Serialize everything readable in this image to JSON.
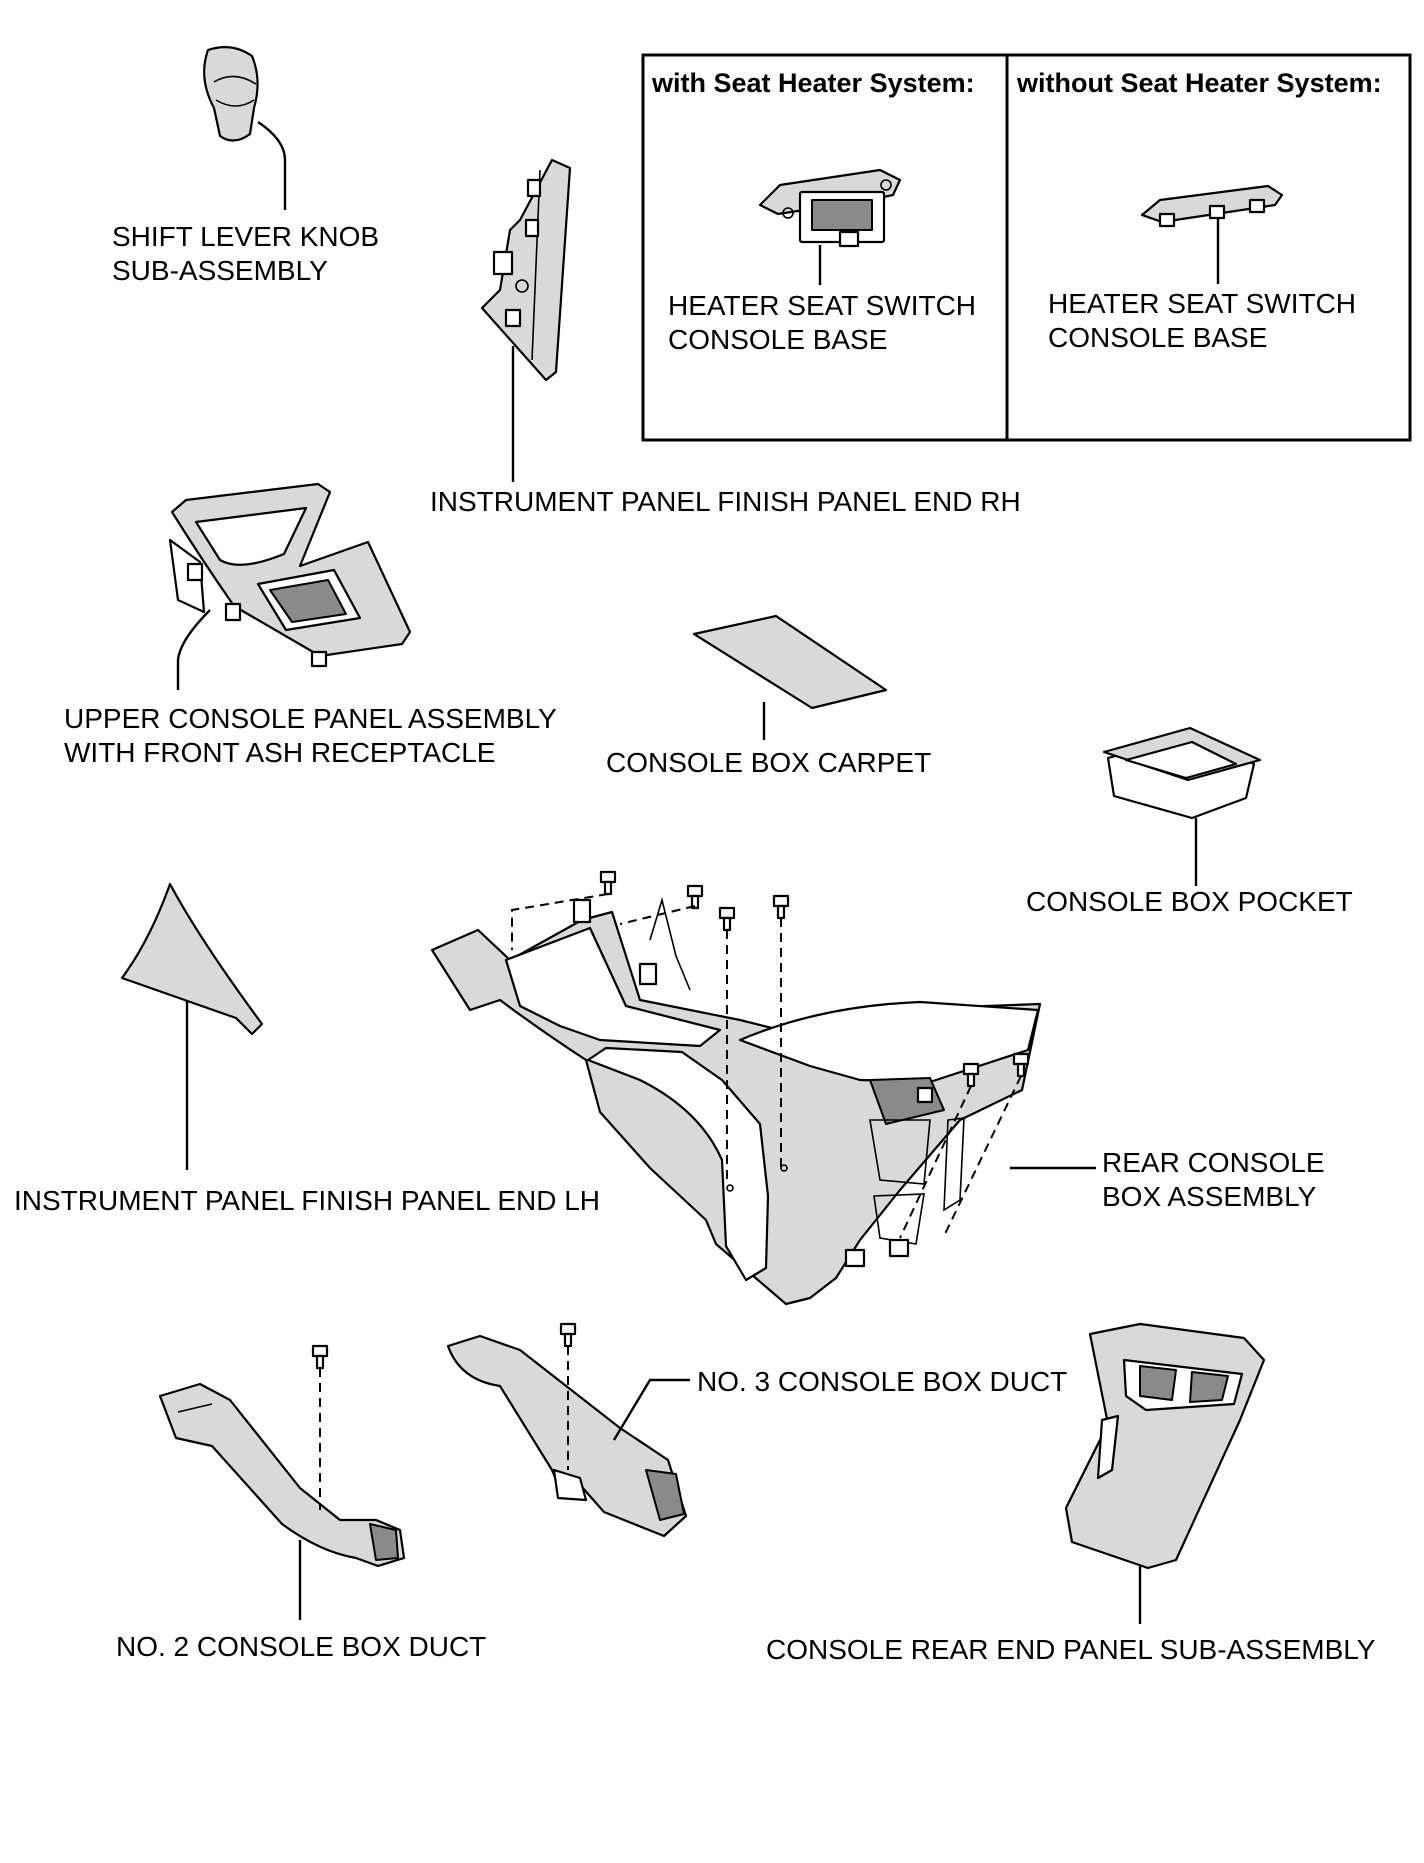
{
  "inset": {
    "col1_header": "with Seat Heater System:",
    "col2_header": "without Seat Heater System:",
    "col1_label": [
      "HEATER SEAT SWITCH",
      "CONSOLE BASE"
    ],
    "col2_label": [
      "HEATER SEAT SWITCH",
      "CONSOLE BASE"
    ]
  },
  "parts": {
    "shift_knob": [
      "SHIFT LEVER KNOB",
      "SUB-ASSEMBLY"
    ],
    "panel_end_rh": [
      "INSTRUMENT PANEL FINISH PANEL END RH"
    ],
    "upper_console": [
      "UPPER CONSOLE PANEL ASSEMBLY",
      "WITH FRONT ASH RECEPTACLE"
    ],
    "box_carpet": [
      "CONSOLE BOX CARPET"
    ],
    "box_pocket": [
      "CONSOLE BOX POCKET"
    ],
    "panel_end_lh": [
      "INSTRUMENT PANEL FINISH PANEL END LH"
    ],
    "rear_console_box": [
      "REAR CONSOLE",
      "BOX ASSEMBLY"
    ],
    "duct_no3": [
      "NO. 3 CONSOLE BOX DUCT"
    ],
    "duct_no2": [
      "NO. 2 CONSOLE BOX DUCT"
    ],
    "rear_end_panel": [
      "CONSOLE REAR END PANEL SUB-ASSEMBLY"
    ]
  }
}
